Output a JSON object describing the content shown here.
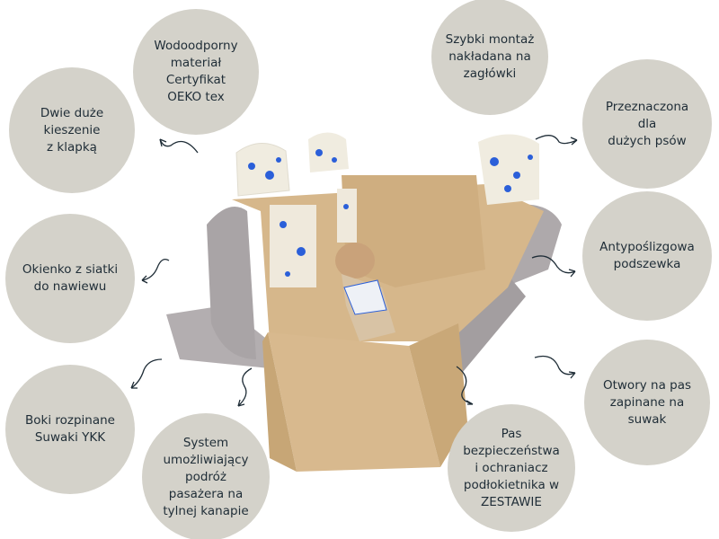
{
  "colors": {
    "bubble": "#d4d2ca",
    "text": "#1f2d37",
    "fabric": "#d8b98e",
    "seat": "#a9a4a6",
    "accent": "#2b5fd9"
  },
  "features": [
    {
      "id": "waterproof",
      "text": "Wodoodporny\nmateriał\nCertyfikat\nOEKO tex"
    },
    {
      "id": "pockets",
      "text": "Dwie duże\nkieszenie\nz klapką"
    },
    {
      "id": "quick-mount",
      "text": "Szybki montaż\nnakładana na\nzagłówki"
    },
    {
      "id": "large-dogs",
      "text": "Przeznaczona\ndla\ndużych psów"
    },
    {
      "id": "anti-slip",
      "text": "Antypoślizgowa\npodszewka"
    },
    {
      "id": "mesh-window",
      "text": "Okienko z siatki\ndo nawiewu"
    },
    {
      "id": "belt-holes",
      "text": "Otwory na pas\nzapinane na\nsuwak"
    },
    {
      "id": "side-zippers",
      "text": "Boki rozpinane\nSuwaki YKK"
    },
    {
      "id": "passenger-system",
      "text": "System\numożliwiający\npodróż\npasażera na\ntylnej kanapie"
    },
    {
      "id": "seatbelt-set",
      "text": "Pas\nbezpieczeństwa\ni ochraniacz\npodłokietnika w\nZESTAWIE"
    }
  ]
}
